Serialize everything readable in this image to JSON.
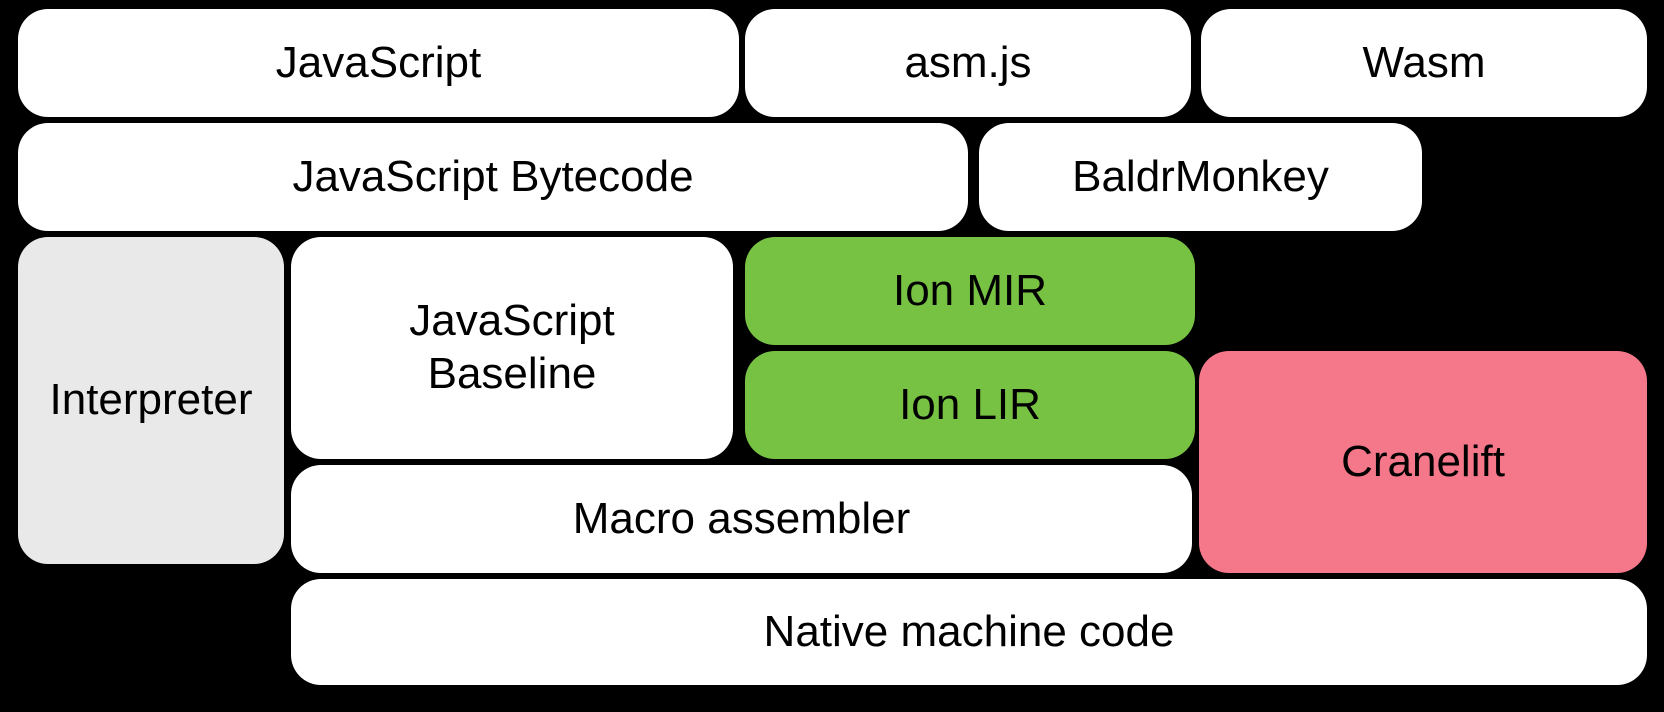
{
  "diagram": {
    "title": "JavaScript engine compilation pipeline",
    "background": "#000000",
    "colors": {
      "box_default": "#ffffff",
      "interpreter_gray": "#e9e9e9",
      "ion_green": "#77c243",
      "cranelift_pink": "#f4788a",
      "text": "#000000"
    },
    "boxes": {
      "javascript": {
        "label": "JavaScript",
        "bg": "#ffffff"
      },
      "asmjs": {
        "label": "asm.js",
        "bg": "#ffffff"
      },
      "wasm": {
        "label": "Wasm",
        "bg": "#ffffff"
      },
      "bytecode": {
        "label": "JavaScript Bytecode",
        "bg": "#ffffff"
      },
      "baldrmonkey": {
        "label": "BaldrMonkey",
        "bg": "#ffffff"
      },
      "interpreter": {
        "label": "Interpreter",
        "bg": "#e9e9e9"
      },
      "baseline": {
        "label": "JavaScript Baseline",
        "bg": "#ffffff"
      },
      "ion_mir": {
        "label": "Ion MIR",
        "bg": "#77c243"
      },
      "ion_lir": {
        "label": "Ion LIR",
        "bg": "#77c243"
      },
      "cranelift": {
        "label": "Cranelift",
        "bg": "#f4788a"
      },
      "macro_asm": {
        "label": "Macro assembler",
        "bg": "#ffffff"
      },
      "native": {
        "label": "Native machine code",
        "bg": "#ffffff"
      }
    }
  }
}
